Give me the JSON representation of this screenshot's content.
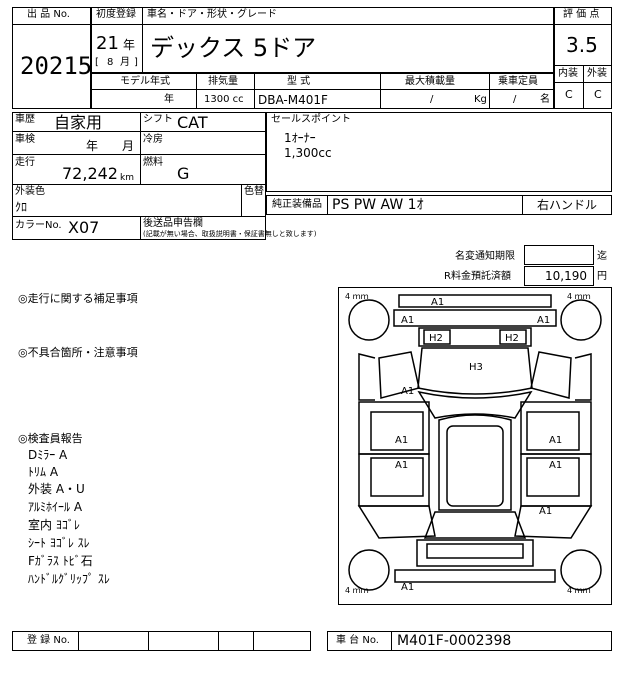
{
  "header": {
    "lot_label": "出 品 No.",
    "lot_value": "20215",
    "first_reg_label": "初度登録",
    "first_reg_year": "21",
    "year_unit": "年",
    "first_reg_month": "8",
    "month_unit": "月",
    "name_label": "車名・ドア・形状・グレード",
    "name_value": "デックス 5ドア",
    "rating_label": "評 価 点",
    "rating_value": "3.5",
    "interior_label": "内装",
    "exterior_label": "外装",
    "interior_value": "C",
    "exterior_value": "C"
  },
  "spec": {
    "model_year_label": "モデル年式",
    "model_year_value": "年",
    "displacement_label": "排気量",
    "displacement_value": "1300 cc",
    "type_label": "型    式",
    "type_value": "DBA-M401F",
    "max_load_label": "最大積載量",
    "max_load_value": "/",
    "max_load_unit": "Kg",
    "capacity_label": "乗車定員",
    "capacity_value": "/",
    "capacity_unit": "名"
  },
  "details": {
    "history_label": "車歴",
    "history_value": "自家用",
    "shift_label": "シフト",
    "shift_value": "CAT",
    "inspection_label": "車検",
    "inspection_year": "年",
    "inspection_month": "月",
    "ac_label": "冷房",
    "ac_value": "",
    "mileage_label": "走行",
    "mileage_value": "72,242",
    "mileage_unit": "km",
    "fuel_label": "燃料",
    "fuel_value": "G",
    "ext_color_label": "外装色",
    "ext_color_value": "ｸﾛ",
    "repaint_label": "色替",
    "color_no_label": "カラーNo.",
    "color_no_value": "X07",
    "delivery_label": "後送品申告欄",
    "delivery_note": "(記載が無い場合、取扱説明書・保証書無しと致します)"
  },
  "sales": {
    "label": "セールスポイント",
    "line1": "1ｵｰﾅｰ",
    "line2": "1,300cc",
    "equipment_label": "純正装備品",
    "equipment_value": "PS  PW  AW  1ｵ",
    "handle": "右ハンドル"
  },
  "deadline": {
    "name_change_label": "名変通知期限",
    "name_change_value": "",
    "name_change_unit": "迄",
    "recycle_label": "R料金預託済額",
    "recycle_value": "10,190",
    "recycle_unit": "円"
  },
  "notes": {
    "driving_label": "◎走行に関する補足事項",
    "defects_label": "◎不具合箇所・注意事項",
    "inspector_label": "◎検査員報告",
    "lines": [
      "Dﾐﾗｰ  A",
      "ﾄﾘﾑ  A",
      "外装  A・U",
      "ｱﾙﾐﾎｲｰﾙ  A",
      "室内  ﾖｺﾞﾚ",
      "ｼｰﾄ  ﾖｺﾞﾚ  ｽﾚ",
      "Fｶﾞﾗｽ  ﾄﾋﾞ石",
      "ﾊﾝﾄﾞﾙｸﾞﾘｯﾌﾟ  ｽﾚ"
    ]
  },
  "diagram": {
    "tire_label": "4 ｍｍ",
    "marks": {
      "front_bumper": "A1",
      "hood_front": "A1",
      "hood_front_right": "A1",
      "headlight_left": "H2",
      "headlight_right": "H2",
      "hood": "H3",
      "left_fender": "A1",
      "left_front_door": "A1",
      "left_rear_door": "A1",
      "right_front_door": "A1",
      "right_rear_door": "A1",
      "right_quarter": "A1",
      "rear_bumper": "A1"
    }
  },
  "footer": {
    "reg_label": "登 録 No.",
    "chassis_label": "車 台 No.",
    "chassis_value": "M401F-0002398"
  }
}
